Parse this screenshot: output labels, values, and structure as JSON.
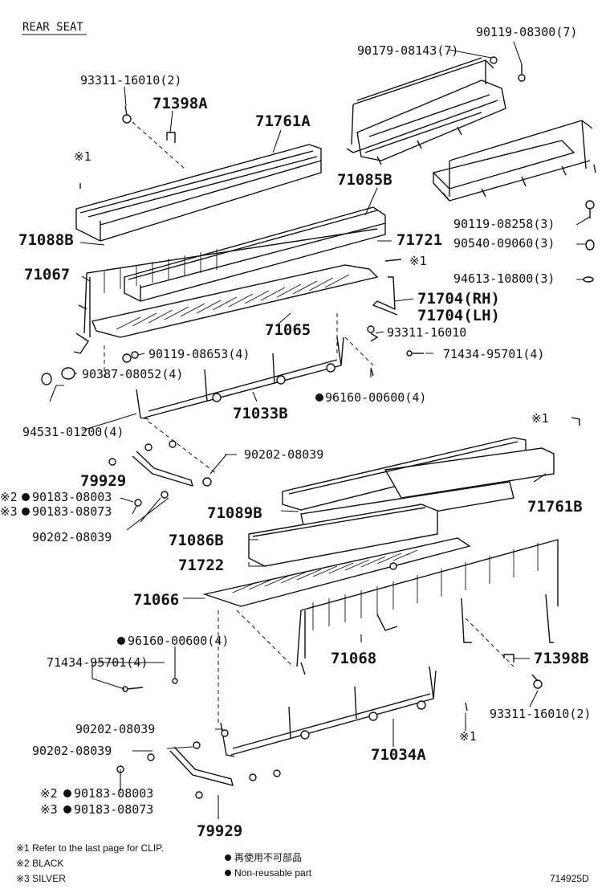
{
  "title": "REAR SEAT",
  "labels": {
    "p_90119_08300": "90119-08300(7)",
    "p_90179_08143": "90179-08143(7)",
    "p_93311_16010_2a": "93311-16010(2)",
    "p_71398A": "71398A",
    "p_71761A": "71761A",
    "p_ref1a": "※1",
    "p_71085B": "71085B",
    "p_90119_08258": "90119-08258(3)",
    "p_90540_09060": "90540-09060(3)",
    "p_71088B": "71088B",
    "p_71721": "71721",
    "p_ref1b": "※1",
    "p_71067": "71067",
    "p_94613_10800": "94613-10800(3)",
    "p_71704RH": "71704(RH)",
    "p_71704LH": "71704(LH)",
    "p_71065": "71065",
    "p_93311_16010": "93311-16010",
    "p_90119_08653": "90119-08653(4)",
    "p_71434_95701a": "71434-95701(4)",
    "p_90387_08052": "90387-08052(4)",
    "p_96160_00600a": "96160-00600(4)",
    "p_71033B": "71033B",
    "p_94531_01200": "94531-01200(4)",
    "p_ref1c": "※1",
    "p_90202_08039a": "90202-08039",
    "p_79929a": "79929",
    "p_90183_08003a": "90183-08003",
    "p_90183_08073a": "90183-08073",
    "p_90202_08039b": "90202-08039",
    "p_71089B": "71089B",
    "p_71761B": "71761B",
    "p_71086B": "71086B",
    "p_71722": "71722",
    "p_71066": "71066",
    "p_96160_00600b": "96160-00600(4)",
    "p_71434_95701b": "71434-95701(4)",
    "p_71068": "71068",
    "p_71398B": "71398B",
    "p_93311_16010_2b": "93311-16010(2)",
    "p_90202_08039c": "90202-08039",
    "p_90202_08039d": "90202-08039",
    "p_ref1d": "※1",
    "p_71034A": "71034A",
    "p_90183_08003b": "90183-08003",
    "p_90183_08073b": "90183-08073",
    "p_79929b": "79929",
    "p_mark2a": "※2",
    "p_mark3a": "※3",
    "p_mark2b": "※2",
    "p_mark3b": "※3"
  },
  "legend": {
    "note1": "※1 Refer to the last page for CLIP.",
    "note2": "※2 BLACK",
    "note3": "※3 SILVER",
    "nonreuse_jp": "再使用不可部品",
    "nonreuse_en": "Non-reusable part"
  },
  "diagram_code": "714925D"
}
